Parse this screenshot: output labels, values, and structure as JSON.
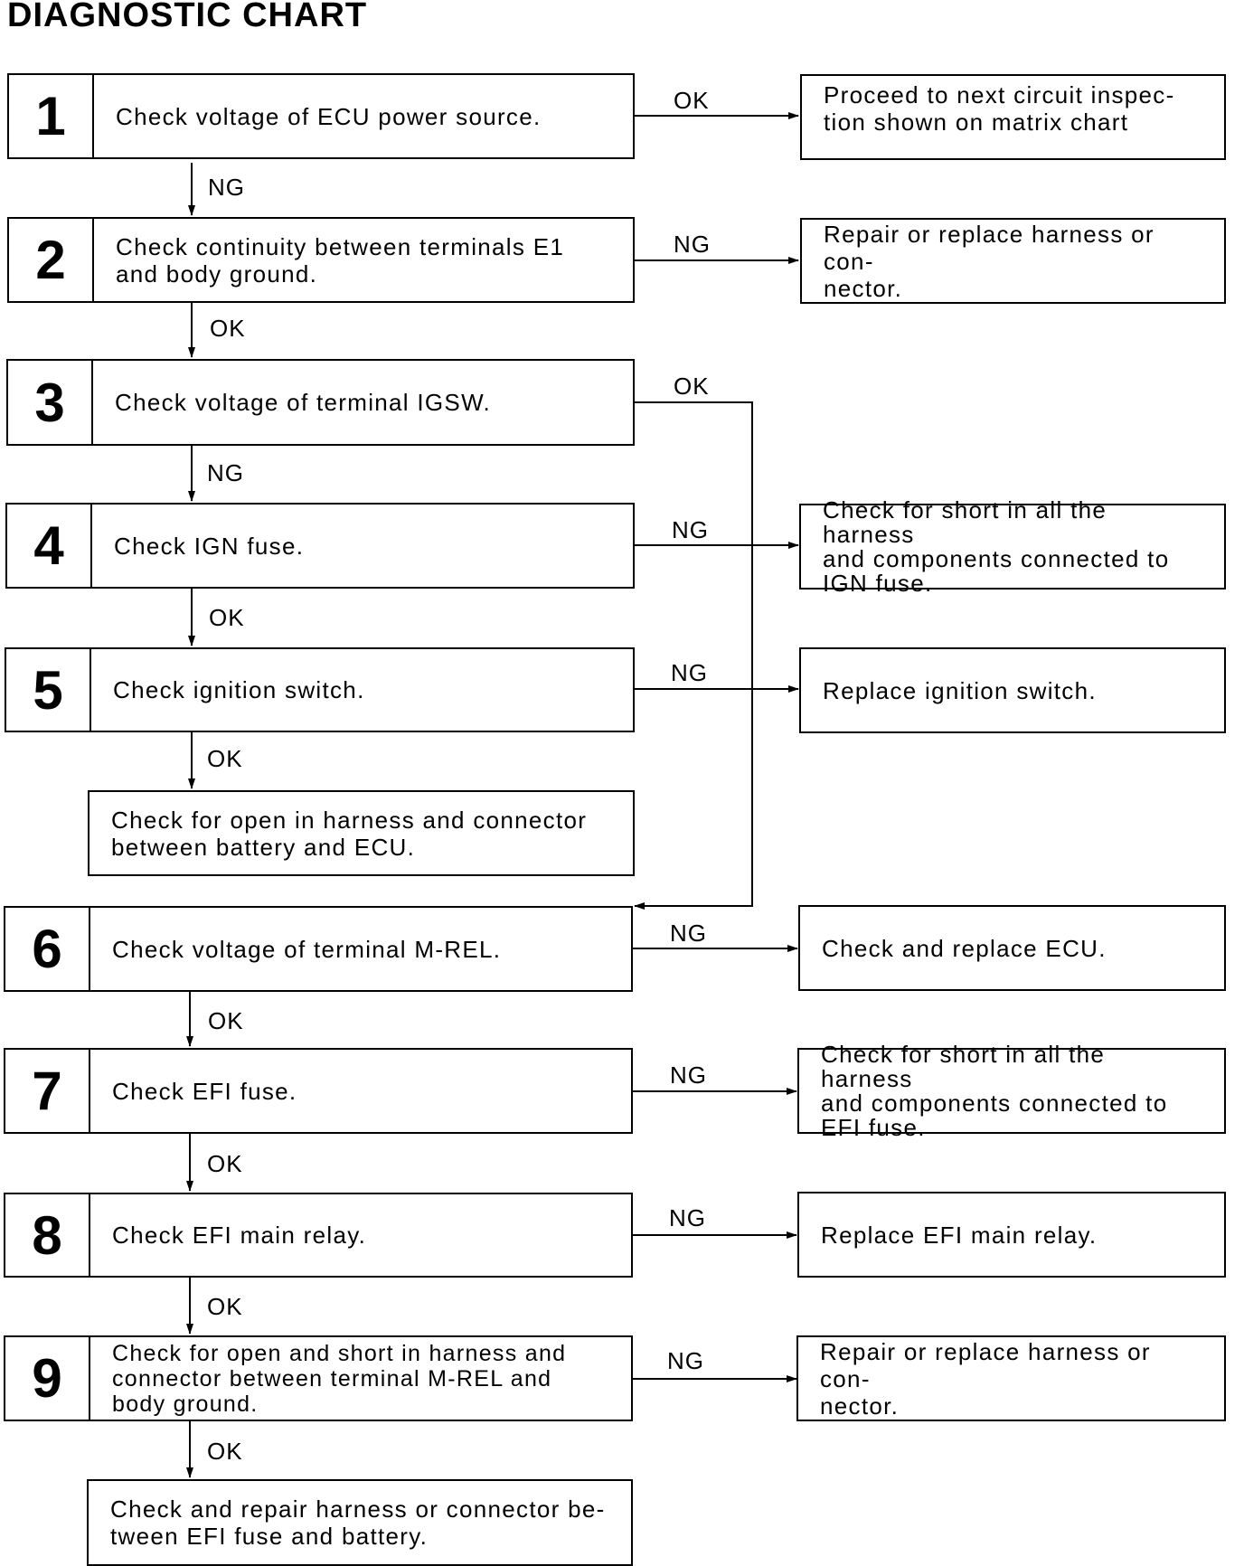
{
  "title": "DIAGNOSTIC CHART",
  "steps": [
    {
      "num": "1",
      "text": "Check voltage of ECU power source."
    },
    {
      "num": "2",
      "text": "Check continuity between terminals E1\nand body ground."
    },
    {
      "num": "3",
      "text": "Check voltage of terminal IGSW."
    },
    {
      "num": "4",
      "text": "Check IGN fuse."
    },
    {
      "num": "5",
      "text": "Check ignition switch."
    },
    {
      "num": "6",
      "text": "Check voltage of terminal M-REL."
    },
    {
      "num": "7",
      "text": "Check EFI fuse."
    },
    {
      "num": "8",
      "text": "Check EFI main relay."
    },
    {
      "num": "9",
      "text": "Check for open and short in harness and\nconnector between terminal M-REL and\nbody ground."
    }
  ],
  "intermediate_boxes": [
    {
      "text": "Check for open in harness and connector\nbetween battery and ECU."
    },
    {
      "text": "Check and repair harness or connector be-\ntween EFI fuse and battery."
    }
  ],
  "results": [
    {
      "text": "Proceed to next circuit inspec-\ntion shown on matrix chart"
    },
    {
      "text": "Repair or replace harness or con-\nnector."
    },
    {
      "text": "Check for short in all the harness\nand components connected to\nIGN fuse."
    },
    {
      "text": "Replace ignition switch."
    },
    {
      "text": "Check and replace ECU."
    },
    {
      "text": "Check for short in all the harness\nand components connected to\nEFI fuse."
    },
    {
      "text": "Replace EFI main relay."
    },
    {
      "text": "Repair or replace harness or con-\nnector."
    }
  ],
  "down_labels": [
    "NG",
    "OK",
    "NG",
    "OK",
    "OK",
    "OK",
    "OK",
    "OK",
    "OK"
  ],
  "side_labels": [
    "OK",
    "NG",
    "OK",
    "NG",
    "NG",
    "NG",
    "NG",
    "NG",
    "NG"
  ]
}
